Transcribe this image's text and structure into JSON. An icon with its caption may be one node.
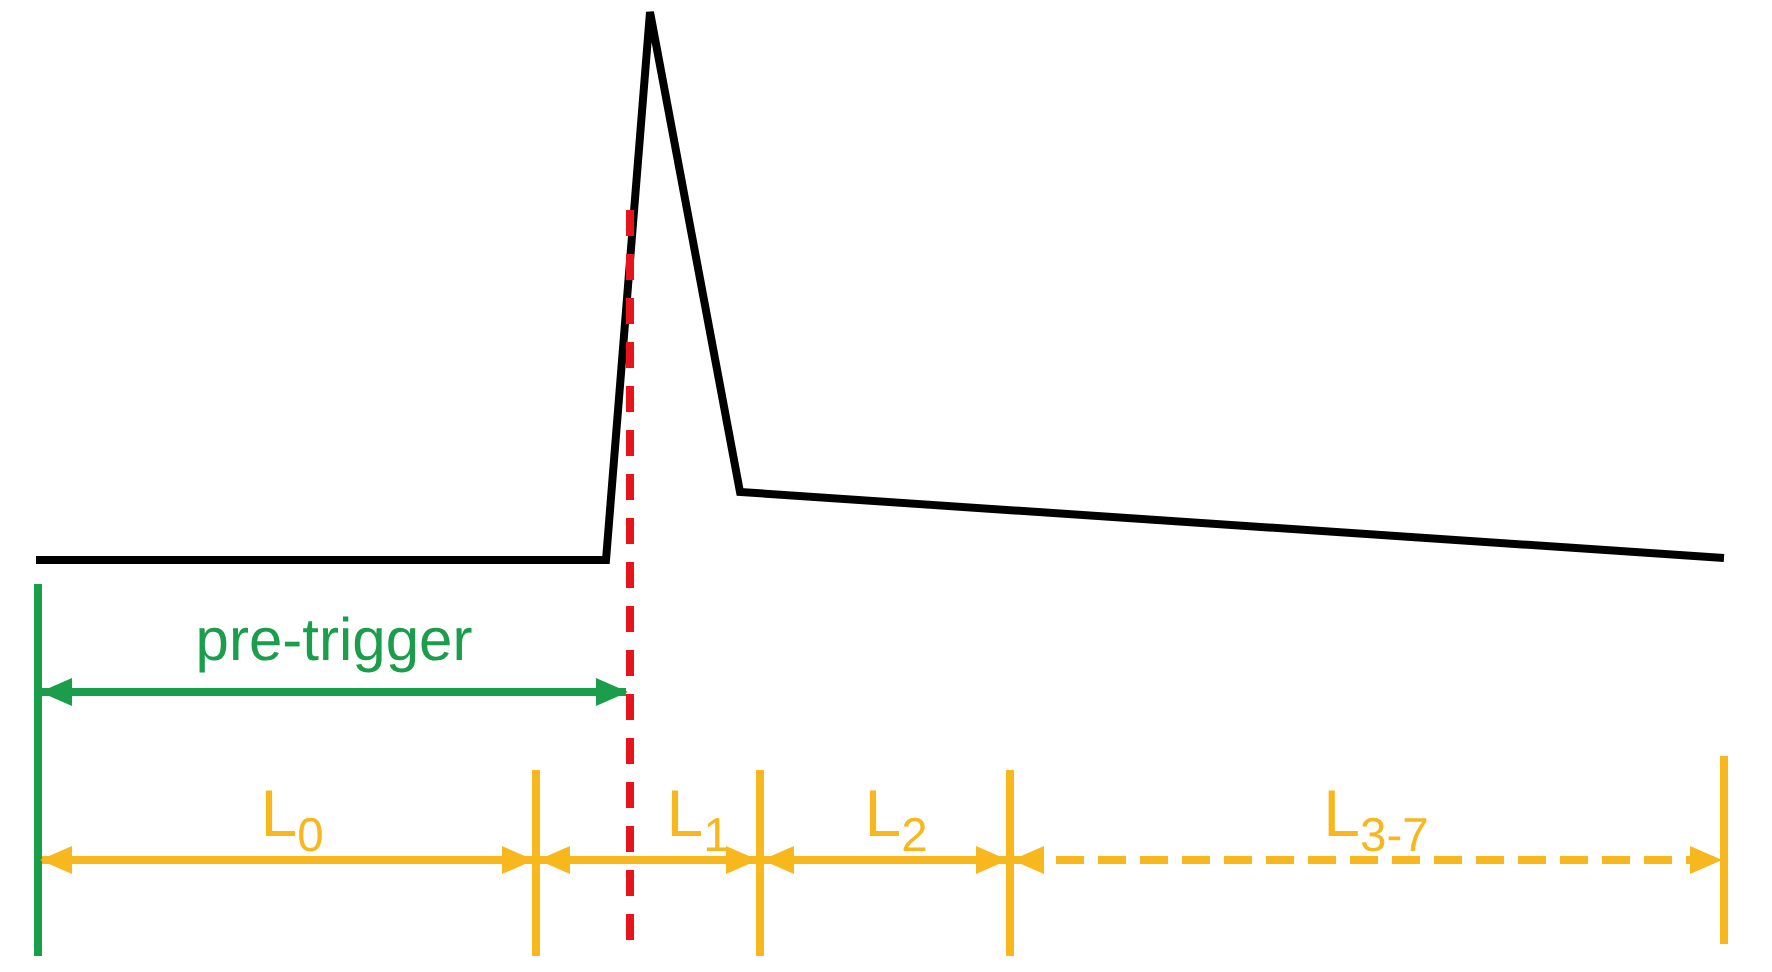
{
  "diagram": {
    "labels": [
      "pre-trigger",
      "L$_{0}$",
      "L$_{1}$",
      "L$_{2}$",
      "L$_{3-7}$"
    ]
  }
}
